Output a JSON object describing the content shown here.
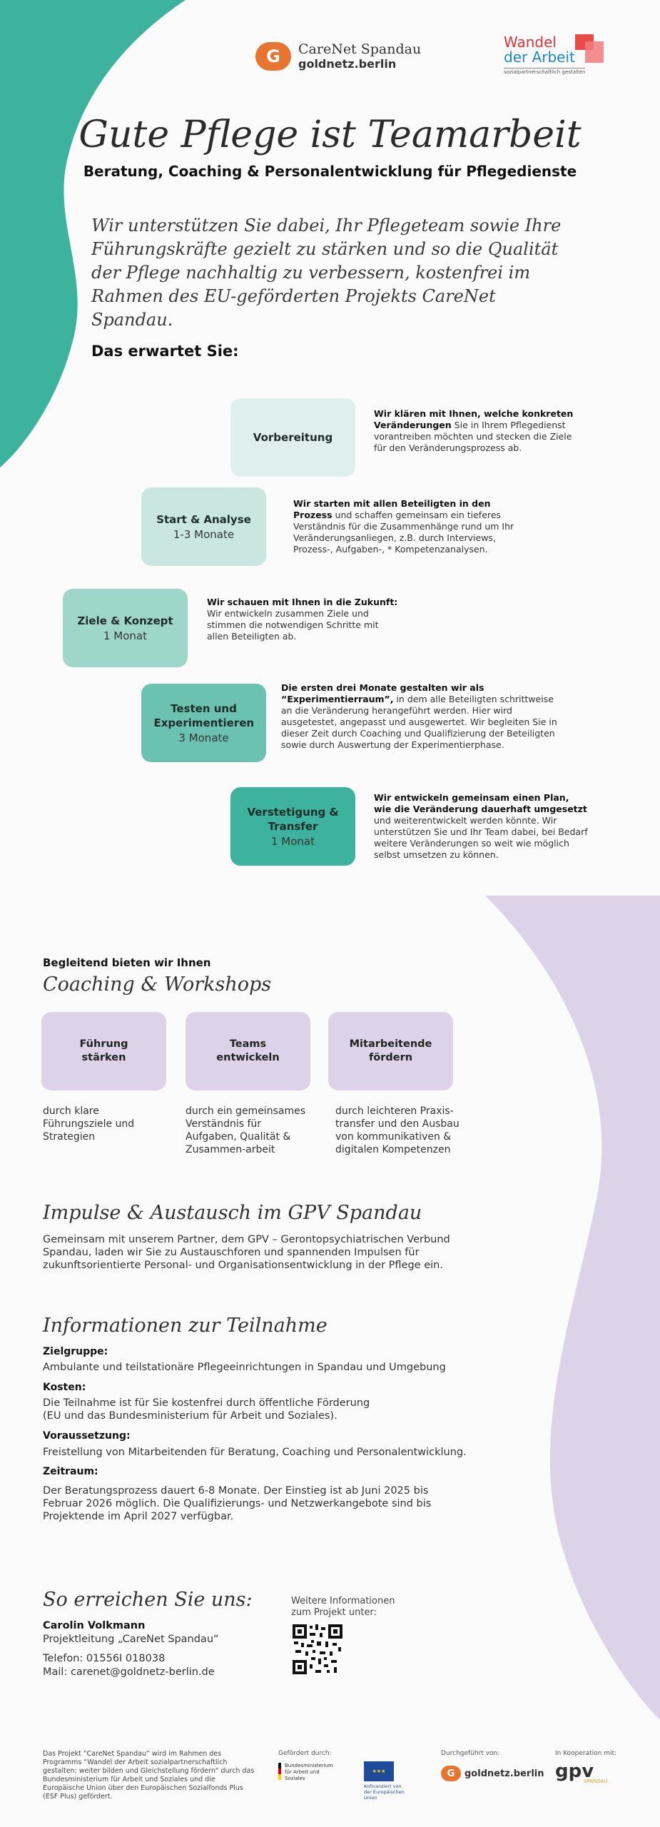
{
  "header": {
    "carenet_line1": "CareNet Spandau",
    "carenet_line2": "goldnetz.berlin",
    "wandel_line1": "Wandel",
    "wandel_line2": "der Arbeit",
    "wandel_tagline": "sozialpartnerschaftlich gestalten"
  },
  "hero": {
    "title": "Gute Pflege ist Teamarbeit",
    "subtitle": "Beratung, Coaching & Personalentwicklung für Pflegedienste",
    "intro": "Wir unterstützen Sie dabei, Ihr Pflegeteam sowie Ihre Führungskräfte gezielt zu stärken und so die Qualität der Pflege nachhaltig zu verbessern, kostenfrei im Rahmen des EU-geförderten Projekts CareNet Spandau."
  },
  "expect": {
    "heading": "Das erwartet Sie:",
    "steps": [
      {
        "title": "Vorbereitung",
        "duration": "",
        "desc_bold": "Wir klären mit Ihnen, welche konkreten Veränderungen",
        "desc": " Sie in Ihrem Pflegedienst vorantreiben möchten und stecken die Ziele für den Veränderungsprozess ab."
      },
      {
        "title": "Start & Analyse",
        "duration": "1-3 Monate",
        "desc_bold": "Wir starten mit allen Beteiligten in den Prozess",
        "desc": " und schaffen gemeinsam ein tieferes Verständnis für die Zusammenhänge rund um Ihr Veränderungsanliegen, z.B. durch Interviews, Prozess-, Aufgaben-, * Kompetenzanalysen."
      },
      {
        "title": "Ziele & Konzept",
        "duration": "1 Monat",
        "desc_bold": "Wir schauen mit Ihnen in die Zukunft:",
        "desc": " Wir entwickeln zusammen Ziele und stimmen die notwendigen Schritte mit allen Beteiligten ab."
      },
      {
        "title": "Testen und Experimentieren",
        "duration": "3 Monate",
        "desc_bold": "Die ersten drei Monate gestalten wir als “Experimentierraum”,",
        "desc": " in dem alle Beteiligten schrittweise an die Veränderung herangeführt werden. Hier wird ausgetestet, angepasst und ausgewertet. Wir begleiten Sie in dieser Zeit durch Coaching und Qualifizierung der Beteiligten sowie durch Auswertung der Experimentierphase."
      },
      {
        "title": "Verstetigung & Transfer",
        "duration": "1 Monat",
        "desc_bold": "Wir entwickeln gemeinsam einen Plan, wie die Veränderung dauerhaft umgesetzt",
        "desc": " und weiterentwickelt werden könnte. Wir unterstützen Sie und Ihr Team dabei, bei Bedarf weitere Veränderungen so weit wie möglich selbst umsetzen zu können."
      }
    ]
  },
  "coaching": {
    "kicker": "Begleitend bieten wir Ihnen",
    "heading": "Coaching & Workshops",
    "items": [
      {
        "title": "Führung stärken",
        "text": "durch klare Führungsziele und Strategien"
      },
      {
        "title": "Teams entwickeln",
        "text": "durch ein gemeinsames Verständnis für Aufgaben, Qualität & Zusammen-arbeit"
      },
      {
        "title": "Mitarbeitende fördern",
        "text": "durch leichteren Praxis-transfer und den Ausbau von kommunikativen & digitalen Kompetenzen"
      }
    ]
  },
  "impulse": {
    "heading": "Impulse & Austausch im GPV Spandau",
    "text": "Gemeinsam mit unserem Partner, dem GPV – Gerontopsychiatrischen Verbund Spandau, laden wir Sie zu Austauschforen und spannenden Impulsen für zukunftsorientierte Personal- und Organisationsentwicklung in der Pflege ein."
  },
  "info": {
    "heading": "Informationen zur Teilnahme",
    "items": [
      {
        "label": "Zielgruppe:",
        "value": "Ambulante und teilstationäre Pflegeeinrichtungen in Spandau und Umgebung"
      },
      {
        "label": "Kosten:",
        "value": "Die Teilnahme ist für Sie kostenfrei durch öffentliche Förderung (EU und das Bundesministerium für Arbeit und Soziales)."
      },
      {
        "label": "Voraussetzung:",
        "value": "Freistellung von Mitarbeitenden für Beratung, Coaching und Personalentwicklung."
      },
      {
        "label": "Zeitraum:",
        "value": "Der Beratungsprozess dauert 6-8 Monate. Der Einstieg ist ab Juni 2025 bis Februar 2026 möglich. Die Qualifizierungs- und Netzwerkangebote sind bis Projektende im April 2027 verfügbar."
      }
    ]
  },
  "contact": {
    "heading": "So erreichen Sie uns:",
    "name": "Carolin Volkmann",
    "role": "Projektleitung „CareNet Spandau“",
    "phone": "Telefon: 01556I 018038",
    "mail": "Mail: carenet@goldnetz-berlin.de",
    "qr_label": "Weitere Informationen zum Projekt unter:"
  },
  "footer": {
    "disclaimer": "Das Projekt “CareNet Spandau” wird im Rahmen des Programms “Wandel der Arbeit sozialpartnerschaftlich gestalten: weiter bilden und Gleichstellung fördern” durch das Bundesministerium für Arbeit und Soziales und die Europäische Union über den Europäischen Sozialfonds Plus (ESF Plus) gefördert.",
    "funded_by": "Gefördert durch:",
    "ministry": "Bundesministerium für Arbeit und Soziales",
    "eu": "Kofinanziert von der Europäischen Union",
    "conducted_by": "Durchgeführt von:",
    "goldnetz": "goldnetz.berlin",
    "coop": "In Kooperation mit:",
    "gpv": "gpv",
    "gpv_sub": "SPANDAU"
  },
  "colors": {
    "teal": "#3db39e",
    "lilac": "#ddd3e8",
    "orange": "#e8752f"
  }
}
